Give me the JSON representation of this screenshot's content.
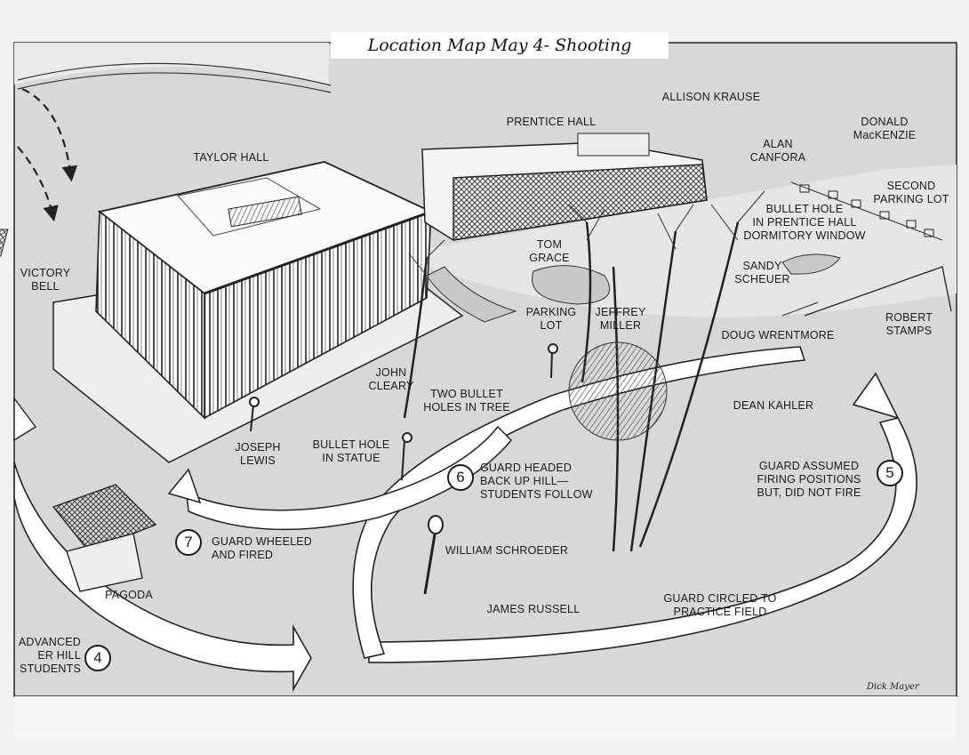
{
  "title": "Location Map May 4- Shooting",
  "signature": "Dick Mayer",
  "labels": {
    "taylor_hall": "TAYLOR HALL",
    "prentice_hall": "PRENTICE HALL",
    "allison_krause": "ALLISON KRAUSE",
    "alan_canfora": "ALAN\nCANFORA",
    "donald_mackenzie": "DONALD\nMacKENZIE",
    "second_parking_lot": "SECOND\nPARKING LOT",
    "bullet_hole_prentice": "BULLET HOLE\nIN PRENTICE HALL\nDORMITORY WINDOW",
    "tom_grace": "TOM\nGRACE",
    "sandy_scheuer": "SANDY\nSCHEUER",
    "victory_bell": "VICTORY\nBELL",
    "parking_lot": "PARKING\nLOT",
    "jeffrey_miller": "JEFFREY\nMILLER",
    "robert_stamps": "ROBERT\nSTAMPS",
    "doug_wrentmore": "DOUG WRENTMORE",
    "john_cleary": "JOHN\nCLEARY",
    "two_bullet_holes": "TWO BULLET\nHOLES IN TREE",
    "dean_kahler": "DEAN KAHLER",
    "joseph_lewis": "JOSEPH\nLEWIS",
    "bullet_hole_statue": "BULLET HOLE\nIN STATUE",
    "guard_headed": "GUARD HEADED\nBACK UP HILL—\nSTUDENTS FOLLOW",
    "guard_assumed": "GUARD ASSUMED\nFIRING POSITIONS\nBUT, DID NOT FIRE",
    "guard_wheeled": "GUARD WHEELED\nAND FIRED",
    "william_schroeder": "WILLIAM SCHROEDER",
    "pagoda": "PAGODA",
    "james_russell": "JAMES RUSSELL",
    "guard_circled": "GUARD CIRCLED TO\nPRACTICE FIELD",
    "guard_advanced": "ADVANCED\nER HILL\nSTUDENTS"
  },
  "markers": {
    "m4": "4",
    "m5": "5",
    "m6": "6",
    "m7": "7"
  }
}
